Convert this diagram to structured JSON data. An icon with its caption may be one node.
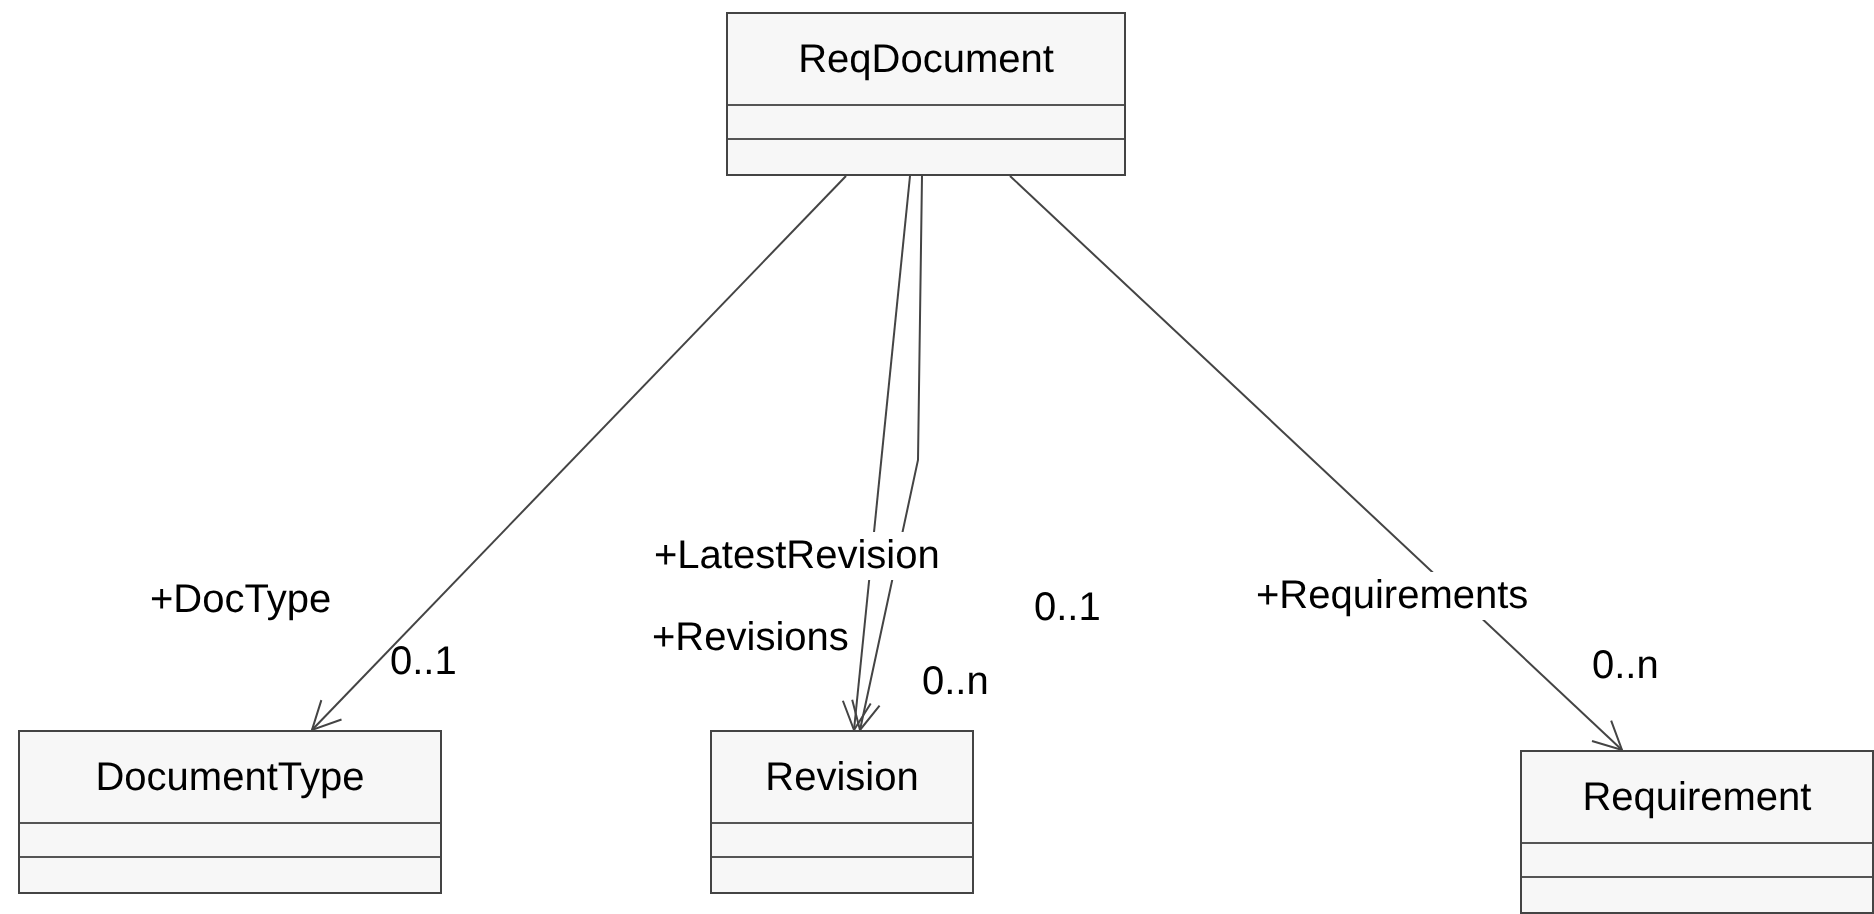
{
  "diagram": {
    "nodes": [
      {
        "text": [
          "ReqDocument"
        ]
      },
      {
        "text": [
          "DocumentType"
        ]
      },
      {
        "text": [
          "Revision"
        ]
      },
      {
        "text": [
          "Requirement"
        ]
      }
    ],
    "edges": [
      {
        "from": 0,
        "to": 1,
        "arrow": "to",
        "label": "+DocType"
      },
      {
        "from": 0,
        "to": 2,
        "arrow": "to",
        "label": "+LatestRevision"
      },
      {
        "from": 0,
        "to": 2,
        "arrow": "to",
        "label": "+Revisions"
      },
      {
        "from": 0,
        "to": 3,
        "arrow": "to",
        "label": "+Requirements"
      }
    ],
    "labels": [
      "0..1",
      "0..1",
      "0..n",
      "0..n"
    ]
  }
}
